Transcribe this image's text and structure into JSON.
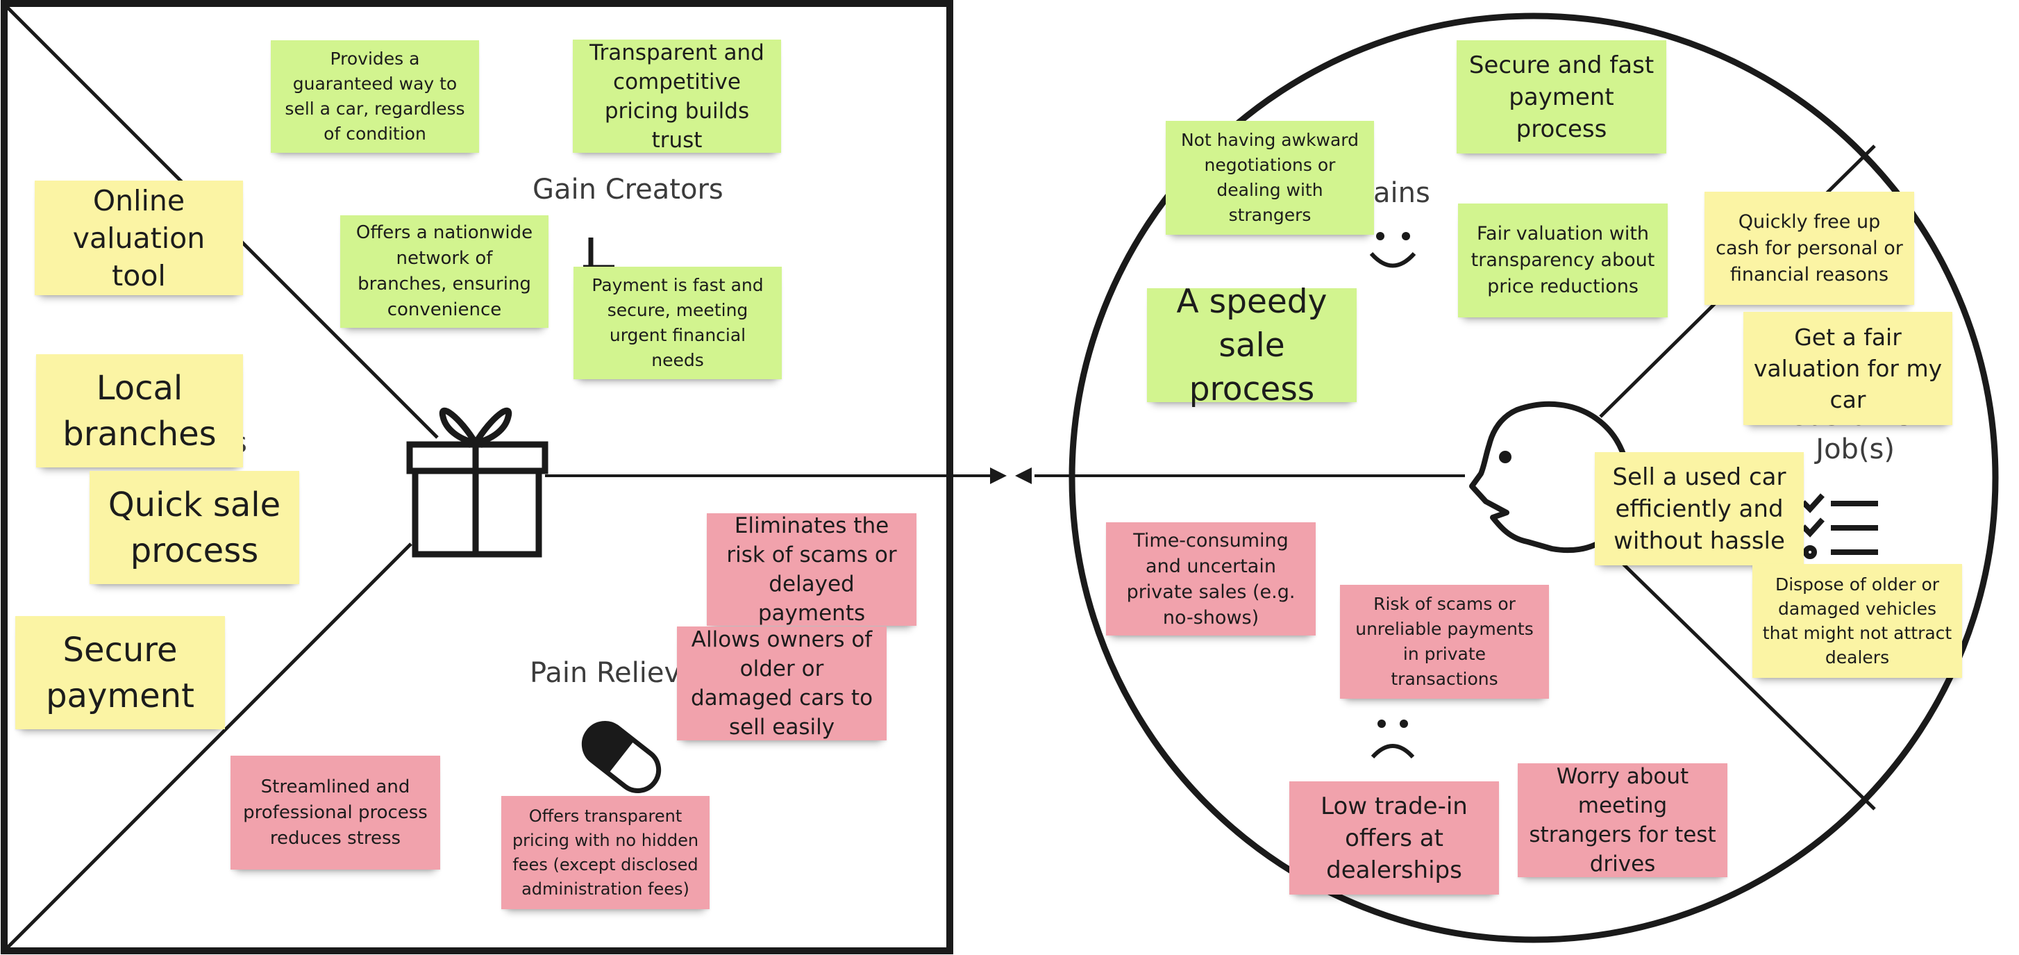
{
  "value_map": {
    "gain_creators_label": "Gain Creators",
    "pain_relievers_label": "Pain Reliev",
    "products_label_fragment": "s",
    "gain_creator_notes": [
      "Provides a guaranteed way to sell a car, regardless of condition",
      "Transparent and competitive pricing builds trust",
      "Offers a nationwide network of branches, ensuring convenience",
      "Payment is fast and secure, meeting urgent financial needs"
    ],
    "product_notes": [
      "Online valuation tool",
      "Local branches",
      "Quick sale process",
      "Secure payment"
    ],
    "pain_reliever_notes": [
      "Eliminates the risk of scams or delayed payments",
      "Allows owners of older or damaged cars to sell easily",
      "Streamlined and professional process reduces stress",
      "Offers transparent pricing with no hidden fees (except disclosed administration fees)"
    ]
  },
  "customer_profile": {
    "gains_label": "ains",
    "jobs_label_line1": "Customer",
    "jobs_label_line2": "Job(s)",
    "gain_notes": [
      "Secure and fast payment process",
      "Not having awkward negotiations or dealing with strangers",
      "Fair valuation with transparency about price reductions",
      "A speedy sale process"
    ],
    "job_notes": [
      "Quickly free up cash for personal or financial reasons",
      "Get a fair valuation for my car",
      "Sell a used car efficiently and without hassle",
      "Dispose of older or damaged vehicles that might not attract dealers"
    ],
    "pain_notes": [
      "Time-consuming and uncertain private sales (e.g. no-shows)",
      "Risk of scams or unreliable payments in private transactions",
      "Low trade-in offers at dealerships",
      "Worry about meeting strangers for test drives"
    ]
  },
  "colors": {
    "gain_note": "#d2f48f",
    "product_note": "#fbf4a4",
    "pain_note": "#f1a2ac",
    "outline": "#1a1a1a"
  },
  "icons": [
    "gift-icon",
    "pill-icon",
    "smile-icon",
    "frown-icon",
    "face-profile-icon",
    "checklist-icon",
    "arrow-right-icon",
    "arrow-left-icon"
  ]
}
